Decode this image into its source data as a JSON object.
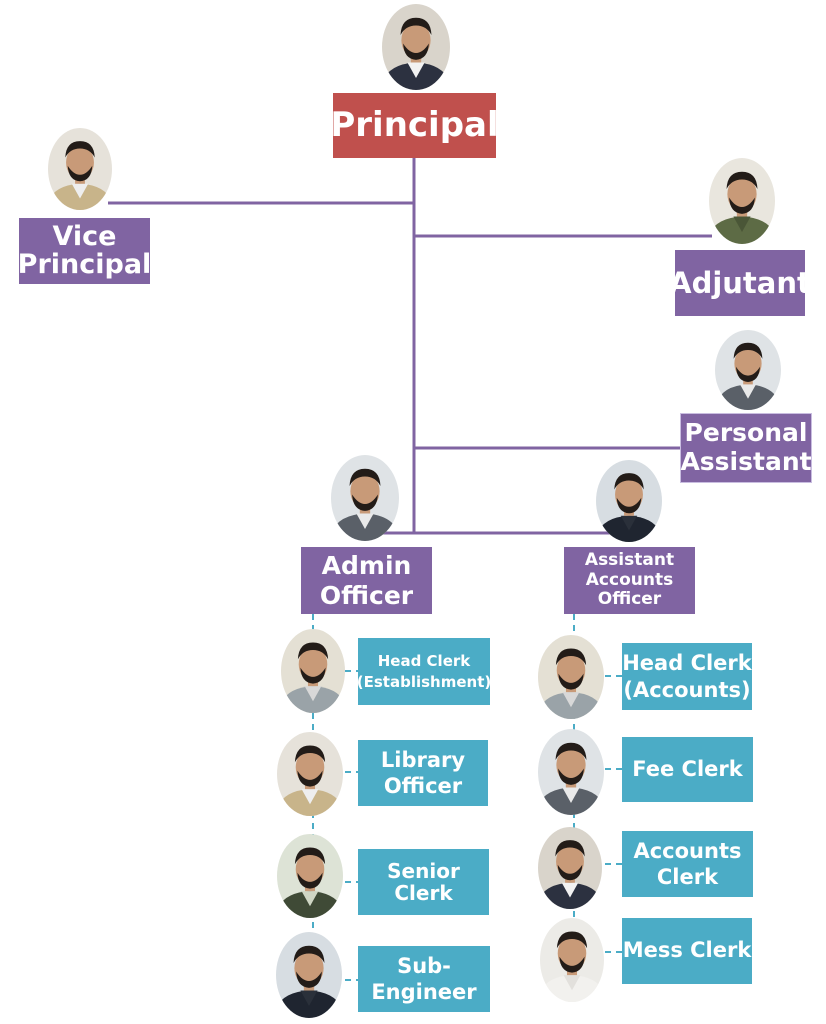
{
  "chart": {
    "principal": "Principal",
    "vice_principal": "Vice\nPrincipal",
    "adjutant": "Adjutant",
    "personal_assistant": "Personal\nAssistant",
    "admin_officer": "Admin\nOfficer",
    "assistant_accounts_officer": "Assistant\nAccounts\nOfficer",
    "admin_staff": [
      "Head Clerk\n(Establishment)",
      "Library\nOfficer",
      "Senior Clerk",
      "Sub-\nEngineer"
    ],
    "accounts_staff": [
      "Head Clerk\n(Accounts)",
      "Fee Clerk",
      "Accounts\nClerk",
      "Mess Clerk"
    ]
  },
  "colors": {
    "principal_box": "#c0504d",
    "officer_box": "#8064a2",
    "staff_box": "#4bacc6",
    "main_connector": "#8064a2",
    "staff_connector": "#4bacc6"
  },
  "icons": [
    "person-photo"
  ]
}
